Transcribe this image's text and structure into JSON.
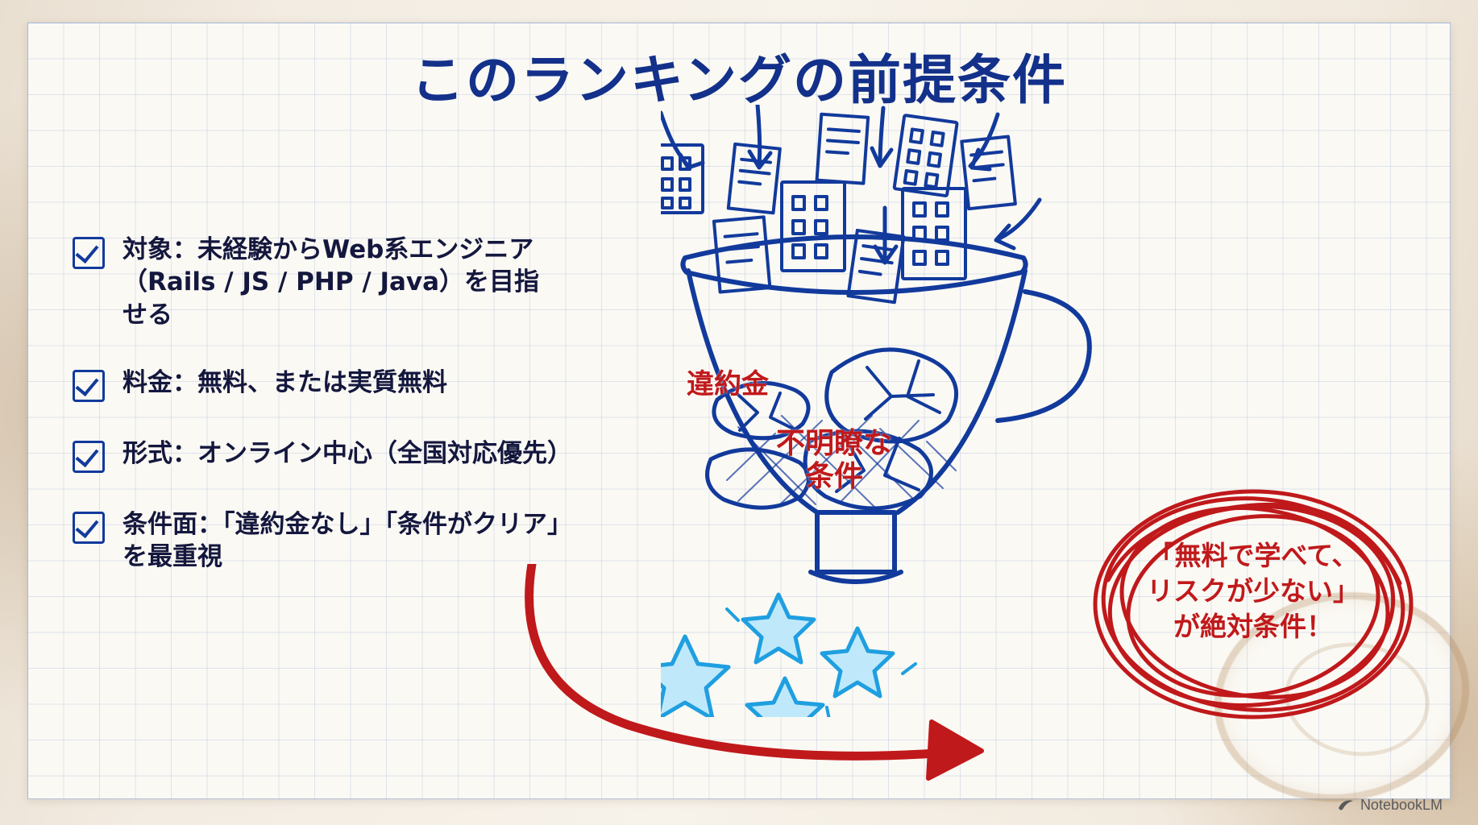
{
  "slide": {
    "title": "このランキングの前提条件",
    "checklist": [
      {
        "id": "target",
        "text": "対象：未経験からWeb系エンジニア\n（Rails / JS / PHP / Java）を目指\nせる"
      },
      {
        "id": "price",
        "text": "料金：無料、または実質無料"
      },
      {
        "id": "format",
        "text": "形式：オンライン中心（全国対応優先）"
      },
      {
        "id": "condition",
        "text": "条件面：「違約金なし」「条件がクリア」\nを最重視"
      }
    ],
    "funnel": {
      "label_penalty": "違約金",
      "label_unclear": "不明瞭な\n条件",
      "icons": [
        "building-icon",
        "document-icon",
        "arrow-down-icon",
        "star-icon"
      ]
    },
    "callout": {
      "text": "「無料で学べて、\nリスクが少ない」\nが絶対条件！"
    },
    "brand": "NotebookLM",
    "colors": {
      "title_blue": "#13318a",
      "ink_blue": "#123a9c",
      "accent_red": "#c0191b",
      "text_dark": "#14173d",
      "paper": "#fbf9f4",
      "grid_line": "#7896c8"
    }
  }
}
